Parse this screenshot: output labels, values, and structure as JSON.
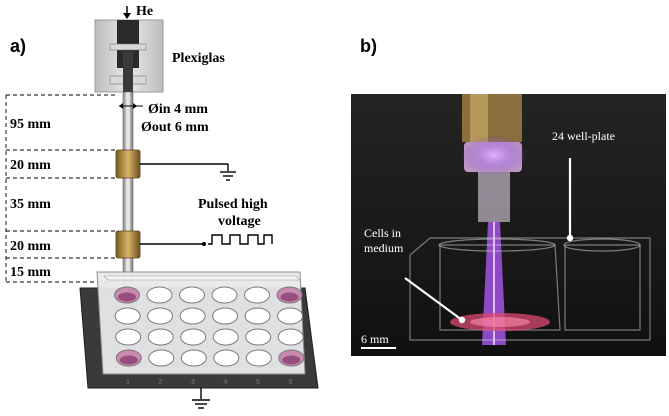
{
  "panels": {
    "a_label": "a)",
    "b_label": "b)"
  },
  "schematic": {
    "gas_label": "He",
    "chamber_label": "Plexiglas",
    "inner_diameter": "Øin 4 mm",
    "outer_diameter": "Øout 6 mm",
    "dimensions": [
      "95 mm",
      "20 mm",
      "35 mm",
      "20 mm",
      "15 mm"
    ],
    "hv_label_line1": "Pulsed high",
    "hv_label_line2": "voltage",
    "well_numbers": [
      "1",
      "2",
      "3",
      "4",
      "5",
      "6"
    ]
  },
  "photo": {
    "plate_label": "24 well-plate",
    "cells_label_line1": "Cells in",
    "cells_label_line2": "medium",
    "scale_label": "6 mm"
  },
  "colors": {
    "electrode": "#b08a3c",
    "plasma": "#b45cff",
    "medium": "#c98ab0",
    "tray": "#3a3a3a"
  }
}
